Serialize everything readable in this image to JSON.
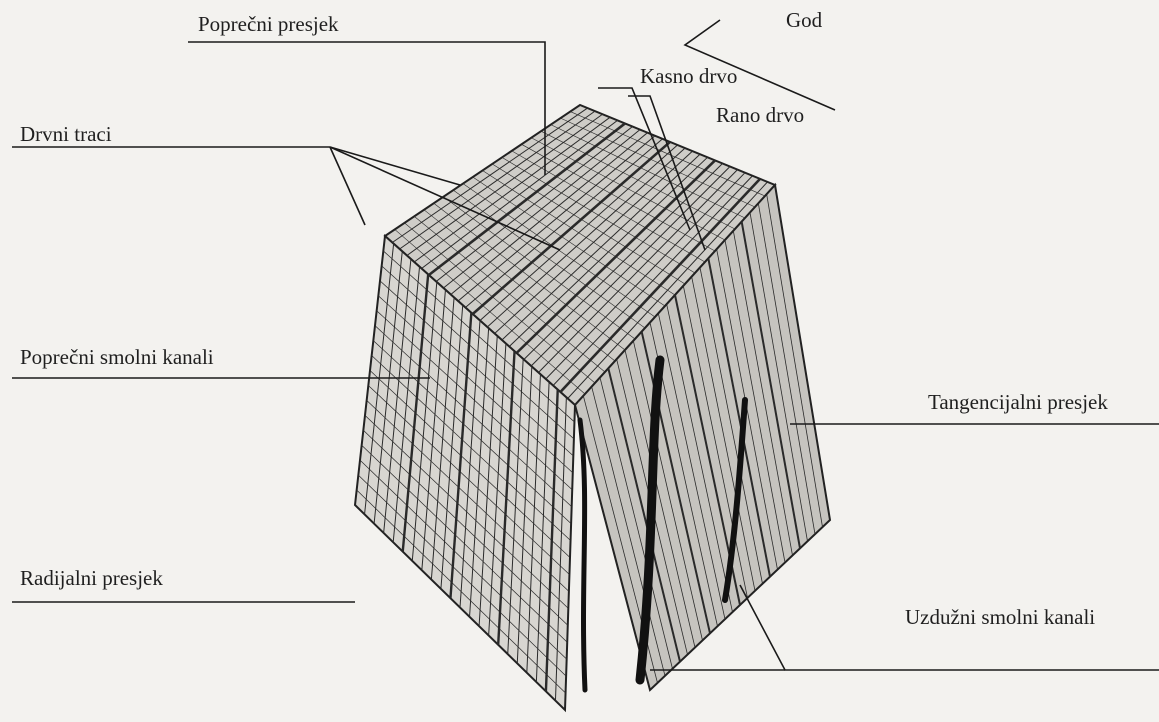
{
  "figure": {
    "labels": {
      "poprecni_presjek": "Poprečni presjek",
      "god": "God",
      "kasno_drvo": "Kasno drvo",
      "rano_drvo": "Rano drvo",
      "drvni_traci": "Drvni traci",
      "poprecni_smolni_kanali": "Poprečni smolni kanali",
      "tangencijalni_presjek": "Tangencijalni presjek",
      "radijalni_presjek": "Radijalni presjek",
      "uzduzni_smolni_kanali": "Uzdužni smolni kanali"
    }
  },
  "colors": {
    "ink": "#1f1f1f",
    "paper": "#f3f2ef",
    "bleed": "#b9b7b2"
  }
}
